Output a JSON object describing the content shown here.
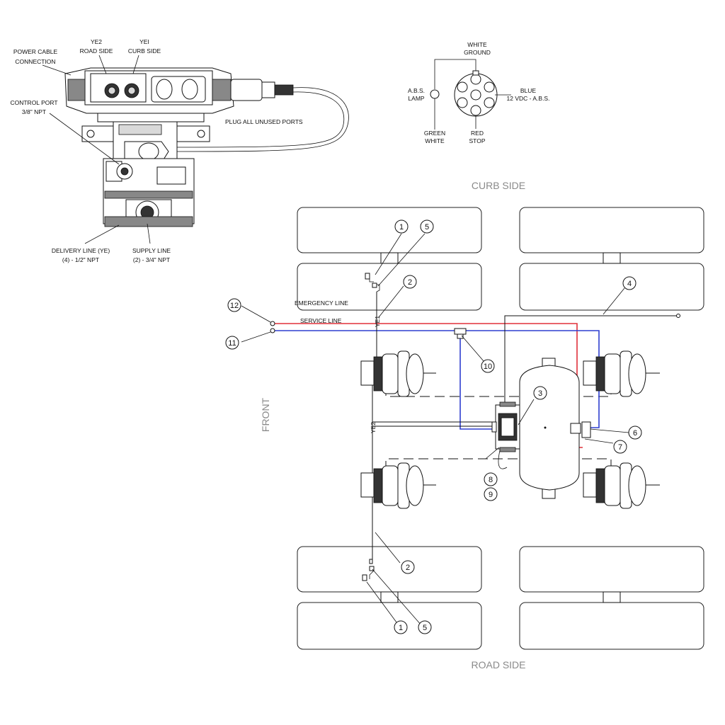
{
  "valve_callouts": {
    "power_cable": [
      "POWER CABLE",
      "CONNECTION"
    ],
    "ye2": [
      "YE2",
      "ROAD SIDE"
    ],
    "ye1": [
      "YEI",
      "CURB SIDE"
    ],
    "control_port": [
      "CONTROL PORT",
      "3/8\" NPT"
    ],
    "plug_note": "PLUG ALL UNUSED PORTS",
    "delivery_line": [
      "DELIVERY LINE (YE)",
      "(4) - 1/2\" NPT"
    ],
    "supply_line": [
      "SUPPLY LINE",
      "(2) - 3/4\" NPT"
    ]
  },
  "connector": {
    "white_ground": [
      "WHITE",
      "GROUND"
    ],
    "abs_lamp": [
      "A.B.S.",
      "LAMP"
    ],
    "blue_abs": [
      "BLUE",
      "12 VDC - A.B.S."
    ],
    "green_white": [
      "GREEN",
      "WHITE"
    ],
    "red_stop": [
      "RED",
      "STOP"
    ]
  },
  "layout_labels": {
    "curb_side": "CURB SIDE",
    "road_side": "ROAD SIDE",
    "front": "FRONT",
    "emergency_line": "EMERGENCY LINE",
    "service_line": "SERVICE LINE",
    "ye1_tag": "YE1",
    "ye2_tag": "YE2"
  },
  "callout_numbers": {
    "n1_top": "1",
    "n5_top": "5",
    "n2_top": "2",
    "n4": "4",
    "n12": "12",
    "n11": "11",
    "n10": "10",
    "n3": "3",
    "n6": "6",
    "n7": "7",
    "n8": "8",
    "n9": "9",
    "n2_bottom": "2",
    "n1_bottom": "1",
    "n5_bottom": "5"
  },
  "colors": {
    "emergency_line": "#e0303a",
    "service_line": "#2f3fd0",
    "side_labels": "#8a8a8a"
  }
}
